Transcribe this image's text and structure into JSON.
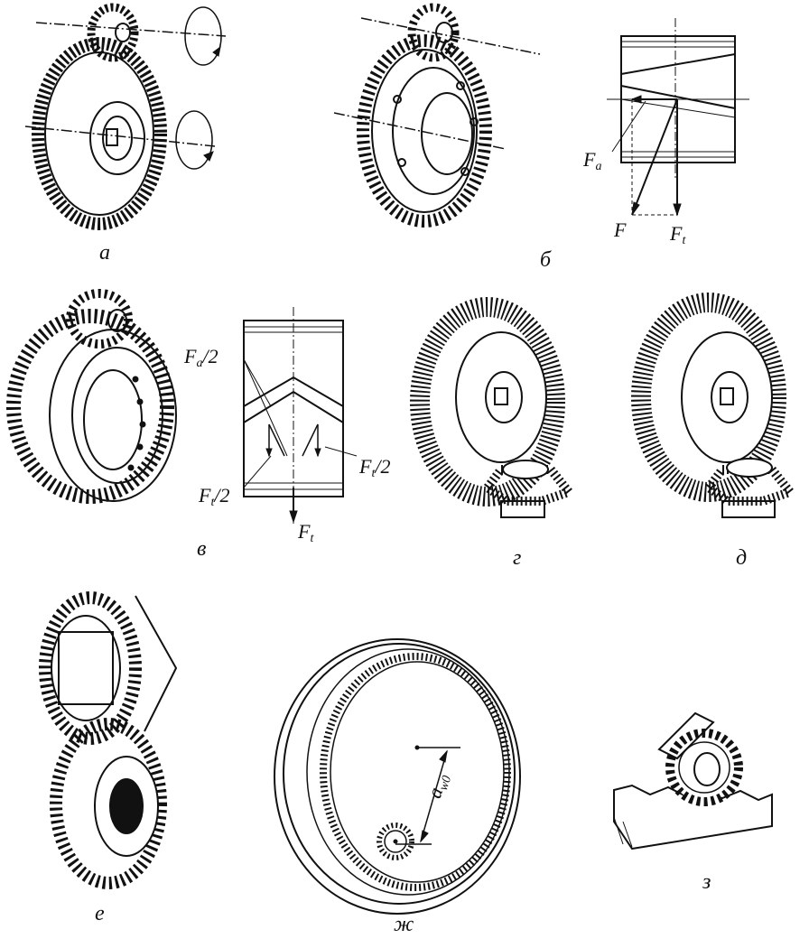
{
  "figure_labels": {
    "a": "а",
    "b": "б",
    "v": "в",
    "g": "г",
    "d": "д",
    "e": "е",
    "zh": "ж",
    "z": "з"
  },
  "forces": {
    "Fa": "F",
    "Fa_sub": "a",
    "F": "F",
    "Ft": "F",
    "Ft_sub": "t",
    "Fa_half": "F",
    "Fa_half_suffix": "/2",
    "Ft_half": "F",
    "Ft_half_suffix": "/2",
    "aw": "a",
    "aw_sub": "w0"
  }
}
